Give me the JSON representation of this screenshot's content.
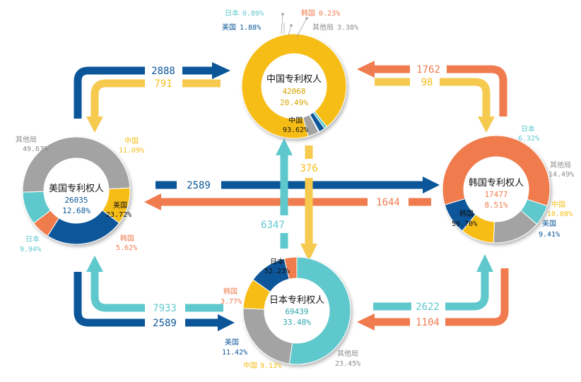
{
  "colors": {
    "china": "#F6BD16",
    "usa": "#0A5699",
    "japan": "#5FC8CC",
    "korea": "#F07B4E",
    "other": "#A3A3A3",
    "china_light": "#F6C94F"
  },
  "centers": {
    "china": {
      "title": "中国专利权人",
      "count": "42068",
      "pct": "20.49%"
    },
    "usa": {
      "title": "美国专利权人",
      "count": "26035",
      "pct": "12.68%"
    },
    "korea": {
      "title": "韩国专利权人",
      "count": "17477",
      "pct": "8.51%"
    },
    "japan": {
      "title": "日本专利权人",
      "count": "69439",
      "pct": "33.48%"
    }
  },
  "donuts": {
    "china": [
      {
        "key": "china",
        "name": "中国",
        "value": 93.62,
        "label": "93.62%"
      },
      {
        "key": "japan",
        "name": "日本",
        "value": 0.89,
        "label": "0.89%"
      },
      {
        "key": "usa",
        "name": "美国",
        "value": 1.88,
        "label": "1.88%"
      },
      {
        "key": "korea",
        "name": "韩国",
        "value": 0.23,
        "label": "0.23%"
      },
      {
        "key": "other",
        "name": "其他局",
        "value": 3.38,
        "label": "3.38%"
      }
    ],
    "usa": [
      {
        "key": "usa",
        "name": "美国",
        "value": 23.72,
        "label": "23.72%"
      },
      {
        "key": "korea",
        "name": "韩国",
        "value": 5.62,
        "label": "5.62%"
      },
      {
        "key": "japan",
        "name": "日本",
        "value": 9.94,
        "label": "9.94%"
      },
      {
        "key": "other",
        "name": "其他局",
        "value": 49.63,
        "label": "49.63%"
      },
      {
        "key": "china",
        "name": "中国",
        "value": 11.09,
        "label": "11.09%"
      }
    ],
    "korea": [
      {
        "key": "japan",
        "name": "日本",
        "value": 6.32,
        "label": "6.32%"
      },
      {
        "key": "other",
        "name": "其他局",
        "value": 14.49,
        "label": "14.49%"
      },
      {
        "key": "china",
        "name": "中国",
        "value": 10.08,
        "label": "10.08%"
      },
      {
        "key": "usa",
        "name": "美国",
        "value": 9.41,
        "label": "9.41%"
      },
      {
        "key": "korea",
        "name": "韩国",
        "value": 59.7,
        "label": "59.70%"
      }
    ],
    "japan": [
      {
        "key": "japan",
        "name": "日本",
        "value": 52.23,
        "label": "52.23%"
      },
      {
        "key": "other",
        "name": "其他局",
        "value": 23.45,
        "label": "23.45%"
      },
      {
        "key": "china",
        "name": "中国",
        "value": 9.13,
        "label": "9.13%"
      },
      {
        "key": "usa",
        "name": "美国",
        "value": 11.42,
        "label": "11.42%"
      },
      {
        "key": "korea",
        "name": "韩国",
        "value": 3.77,
        "label": "3.77%"
      }
    ]
  },
  "flows": [
    {
      "from": "美国专利权人",
      "to": "中国专利权人",
      "value": "2888",
      "key": "usa"
    },
    {
      "from": "中国专利权人",
      "to": "美国专利权人",
      "value": "791",
      "key": "china"
    },
    {
      "from": "韩国专利权人",
      "to": "中国专利权人",
      "value": "1762",
      "key": "korea"
    },
    {
      "from": "中国专利权人",
      "to": "韩国专利权人",
      "value": "98",
      "key": "china"
    },
    {
      "from": "美国专利权人",
      "to": "韩国专利权人",
      "value": "2589",
      "key": "usa"
    },
    {
      "from": "韩国专利权人",
      "to": "美国专利权人",
      "value": "1644",
      "key": "korea"
    },
    {
      "from": "日本专利权人",
      "to": "中国专利权人",
      "value": "6347",
      "key": "japan"
    },
    {
      "from": "中国专利权人",
      "to": "日本专利权人",
      "value": "376",
      "key": "china"
    },
    {
      "from": "日本专利权人",
      "to": "美国专利权人",
      "value": "7933",
      "key": "japan"
    },
    {
      "from": "美国专利权人",
      "to": "日本专利权人",
      "value": "2589",
      "key": "usa"
    },
    {
      "from": "日本专利权人",
      "to": "韩国专利权人",
      "value": "2622",
      "key": "japan"
    },
    {
      "from": "韩国专利权人",
      "to": "日本专利权人",
      "value": "1104",
      "key": "korea"
    }
  ]
}
